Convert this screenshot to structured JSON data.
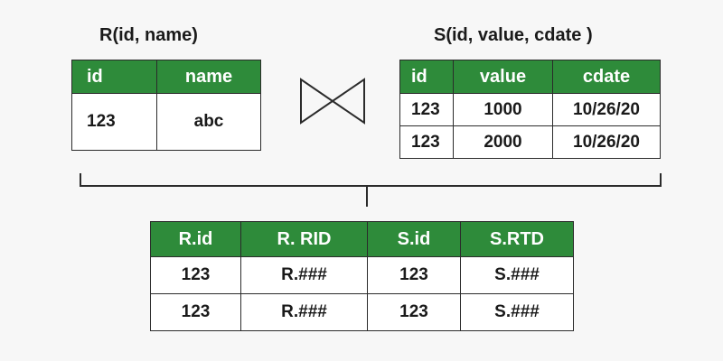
{
  "relation_r": {
    "caption": "R(id, name)",
    "headers": [
      "id",
      "name"
    ],
    "rows": [
      [
        "123",
        "abc"
      ]
    ]
  },
  "relation_s": {
    "caption": "S(id, value, cdate )",
    "headers": [
      "id",
      "value",
      "cdate"
    ],
    "rows": [
      [
        "123",
        "1000",
        "10/26/20"
      ],
      [
        "123",
        "2000",
        "10/26/20"
      ]
    ]
  },
  "join_symbol": {
    "icon": "bowtie-join-icon"
  },
  "result": {
    "headers": [
      "R.id",
      "R. RID",
      "S.id",
      "S.RTD"
    ],
    "rows": [
      [
        "123",
        "R.###",
        "123",
        "S.###"
      ],
      [
        "123",
        "R.###",
        "123",
        "S.###"
      ]
    ]
  },
  "colors": {
    "header_green": "#2e8b3a",
    "header_text": "#ffffff",
    "border": "#2b2b2b",
    "background": "#f7f7f7"
  }
}
